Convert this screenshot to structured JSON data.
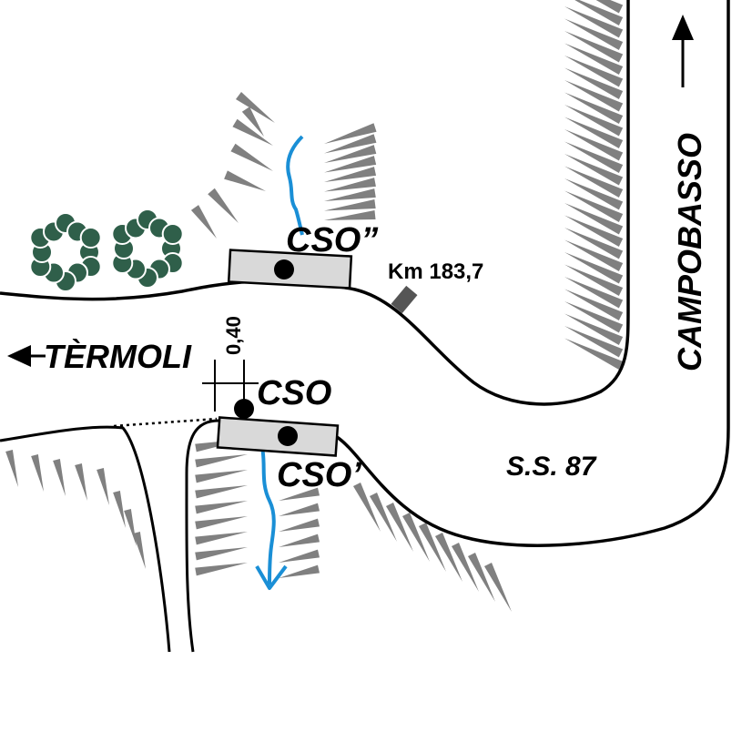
{
  "labels": {
    "cso_upper": "CSO”",
    "cso": "CSO",
    "cso_lower": "CSO’",
    "km": "Km 183,7",
    "termoli": "TÈRMOLI",
    "campobasso": "CAMPOBASSO",
    "road": "S.S. 87",
    "dimension": "0,40"
  },
  "colors": {
    "road_line": "#000000",
    "stream": "#1a8fd6",
    "hatch": "#808080",
    "structure_fill": "#d9d9d9",
    "tree_fill": "#2f5f4a",
    "km_marker": "#555555"
  },
  "icons": {
    "tree": "tree-icon",
    "arrow_left": "arrow-left-icon",
    "arrow_up": "arrow-up-icon",
    "flow_arrow": "flow-arrow-icon"
  }
}
